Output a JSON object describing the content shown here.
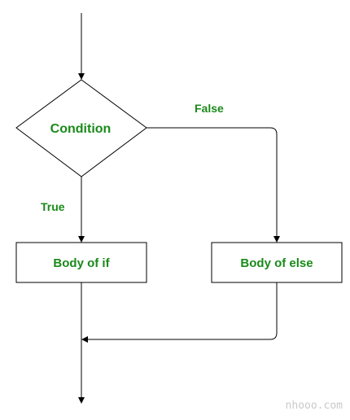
{
  "flowchart": {
    "decision": {
      "label": "Condition"
    },
    "branches": {
      "true_label": "True",
      "false_label": "False"
    },
    "if_block": {
      "label": "Body of if"
    },
    "else_block": {
      "label": "Body of else"
    }
  },
  "watermark": "nhooo.com",
  "colors": {
    "text_green": "#1a8a1a",
    "stroke": "#000000",
    "background": "#ffffff"
  }
}
